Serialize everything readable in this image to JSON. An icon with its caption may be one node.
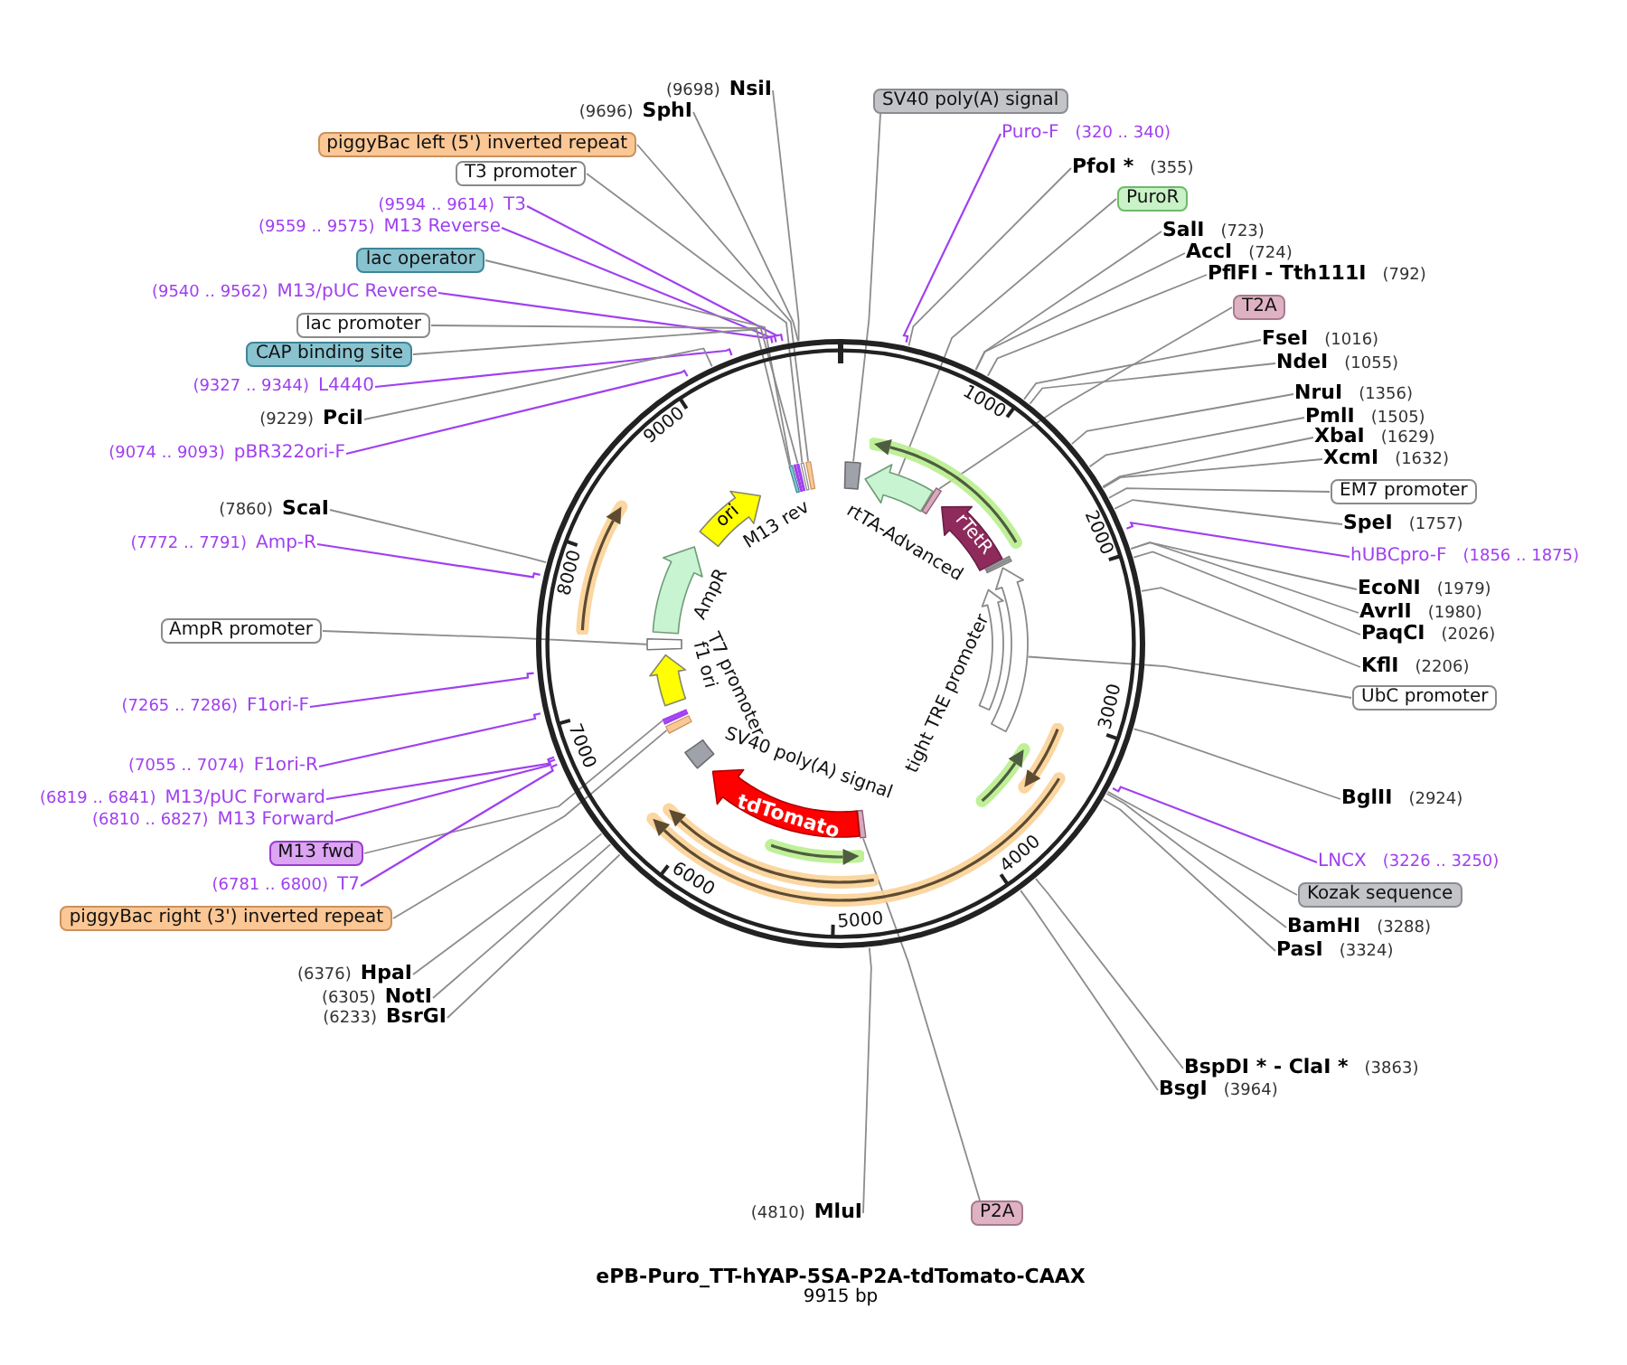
{
  "diagram": {
    "title": "ePB-Puro_TT-hYAP-5SA-P2A-tdTomato-CAAX",
    "caption": "9915 bp",
    "nodes": [
      {
        "text": [
          "(9698)",
          "NsiI"
        ]
      },
      {
        "text": [
          "(9696)",
          "SphI"
        ]
      },
      {
        "text": [
          "piggyBac left (5') inverted repeat"
        ]
      },
      {
        "text": [
          "T3 promoter"
        ]
      },
      {
        "text": [
          "(9594 .. 9614)",
          "T3"
        ]
      },
      {
        "text": [
          "(9559 .. 9575)",
          "M13 Reverse"
        ]
      },
      {
        "text": [
          "lac operator"
        ]
      },
      {
        "text": [
          "(9540 .. 9562)",
          "M13/pUC Reverse"
        ]
      },
      {
        "text": [
          "lac promoter"
        ]
      },
      {
        "text": [
          "CAP binding site"
        ]
      },
      {
        "text": [
          "(9327 .. 9344)",
          "L4440"
        ]
      },
      {
        "text": [
          "(9229)",
          "PciI"
        ]
      },
      {
        "text": [
          "(9074 .. 9093)",
          "pBR322ori-F"
        ]
      },
      {
        "text": [
          "(7860)",
          "ScaI"
        ]
      },
      {
        "text": [
          "(7772 .. 7791)",
          "Amp-R"
        ]
      },
      {
        "text": [
          "AmpR promoter"
        ]
      },
      {
        "text": [
          "(7265 .. 7286)",
          "F1ori-F"
        ]
      },
      {
        "text": [
          "(7055 .. 7074)",
          "F1ori-R"
        ]
      },
      {
        "text": [
          "(6819 .. 6841)",
          "M13/pUC Forward"
        ]
      },
      {
        "text": [
          "(6810 .. 6827)",
          "M13 Forward"
        ]
      },
      {
        "text": [
          "M13 fwd"
        ]
      },
      {
        "text": [
          "(6781 .. 6800)",
          "T7"
        ]
      },
      {
        "text": [
          "piggyBac right (3') inverted repeat"
        ]
      },
      {
        "text": [
          "(6376)",
          "HpaI"
        ]
      },
      {
        "text": [
          "(6305)",
          "NotI"
        ]
      },
      {
        "text": [
          "(6233)",
          "BsrGI"
        ]
      },
      {
        "text": [
          "SV40 poly(A) signal"
        ]
      },
      {
        "text": [
          "Puro-F",
          "(320 .. 340)"
        ]
      },
      {
        "text": [
          "PfoI *",
          "(355)"
        ]
      },
      {
        "text": [
          "PuroR"
        ]
      },
      {
        "text": [
          "SalI",
          "(723)"
        ]
      },
      {
        "text": [
          "AccI",
          "(724)"
        ]
      },
      {
        "text": [
          "PflFI - Tth111I",
          "(792)"
        ]
      },
      {
        "text": [
          "T2A"
        ]
      },
      {
        "text": [
          "FseI",
          "(1016)"
        ]
      },
      {
        "text": [
          "NdeI",
          "(1055)"
        ]
      },
      {
        "text": [
          "NruI",
          "(1356)"
        ]
      },
      {
        "text": [
          "PmlI",
          "(1505)"
        ]
      },
      {
        "text": [
          "XbaI",
          "(1629)"
        ]
      },
      {
        "text": [
          "XcmI",
          "(1632)"
        ]
      },
      {
        "text": [
          "EM7 promoter"
        ]
      },
      {
        "text": [
          "SpeI",
          "(1757)"
        ]
      },
      {
        "text": [
          "hUBCpro-F",
          "(1856 .. 1875)"
        ]
      },
      {
        "text": [
          "EcoNI",
          "(1979)"
        ]
      },
      {
        "text": [
          "AvrII",
          "(1980)"
        ]
      },
      {
        "text": [
          "PaqCI",
          "(2026)"
        ]
      },
      {
        "text": [
          "KflI",
          "(2206)"
        ]
      },
      {
        "text": [
          "UbC promoter"
        ]
      },
      {
        "text": [
          "BglII",
          "(2924)"
        ]
      },
      {
        "text": [
          "LNCX",
          "(3226 .. 3250)"
        ]
      },
      {
        "text": [
          "Kozak sequence"
        ]
      },
      {
        "text": [
          "BamHI",
          "(3288)"
        ]
      },
      {
        "text": [
          "PasI",
          "(3324)"
        ]
      },
      {
        "text": [
          "BspDI * - ClaI *",
          "(3863)"
        ]
      },
      {
        "text": [
          "BsgI",
          "(3964)"
        ]
      },
      {
        "text": [
          "(4810)",
          "MluI"
        ]
      },
      {
        "text": [
          "P2A"
        ]
      },
      {
        "text": [],
        "shape": "circle"
      },
      {
        "text": [],
        "shape": "box",
        "in": 57
      },
      {
        "text": [],
        "shape": "arrow",
        "in": 57,
        "beside": [
          "rtTA-Advanced"
        ]
      },
      {
        "text": [],
        "shape": "bar",
        "in": 57
      },
      {
        "text": [
          "rTetR"
        ],
        "in": 57
      },
      {
        "text": [],
        "shape": "bar",
        "in": 57
      },
      {
        "text": [],
        "shape": "arrow",
        "in": 57,
        "beside": [
          "tight TRE promoter"
        ]
      },
      {
        "text": [],
        "shape": "bar",
        "in": 57
      },
      {
        "text": [
          "tdTomato"
        ],
        "in": 57
      },
      {
        "text": [],
        "shape": "box",
        "in": 57
      },
      {
        "text": [],
        "shape": "bar",
        "in": 57
      },
      {
        "text": [],
        "shape": "arrow",
        "in": 57,
        "beside": [
          "f1 ori"
        ]
      },
      {
        "text": [],
        "shape": "box",
        "in": 57
      },
      {
        "text": [],
        "shape": "arrow",
        "in": 57,
        "beside": [
          "AmpR"
        ]
      },
      {
        "text": [
          "ori"
        ],
        "in": 57
      },
      {
        "text": [],
        "shape": "bar",
        "in": 57,
        "beside": [
          "M13 rev"
        ]
      }
    ],
    "edges": [
      {
        "from": 0,
        "to": 57,
        "arrow": "none"
      },
      {
        "from": 1,
        "to": 57,
        "arrow": "none"
      },
      {
        "from": 2,
        "to": 72,
        "arrow": "none"
      },
      {
        "from": 3,
        "to": 72,
        "arrow": "none"
      },
      {
        "from": 4,
        "to": 57,
        "arrow": "none",
        "color": "#a040f0"
      },
      {
        "from": 5,
        "to": 57,
        "arrow": "none",
        "color": "#a040f0"
      },
      {
        "from": 6,
        "to": 72,
        "arrow": "none"
      },
      {
        "from": 7,
        "to": 57,
        "arrow": "none",
        "color": "#a040f0"
      },
      {
        "from": 8,
        "to": 72,
        "arrow": "none"
      },
      {
        "from": 9,
        "to": 72,
        "arrow": "none"
      },
      {
        "from": 10,
        "to": 57,
        "arrow": "none",
        "color": "#a040f0"
      },
      {
        "from": 11,
        "to": 57,
        "arrow": "none"
      },
      {
        "from": 12,
        "to": 57,
        "arrow": "none",
        "color": "#a040f0"
      },
      {
        "from": 13,
        "to": 57,
        "arrow": "none"
      },
      {
        "from": 14,
        "to": 57,
        "arrow": "none",
        "color": "#a040f0"
      },
      {
        "from": 15,
        "to": 69,
        "arrow": "none"
      },
      {
        "from": 16,
        "to": 57,
        "arrow": "none",
        "color": "#a040f0"
      },
      {
        "from": 17,
        "to": 57,
        "arrow": "none",
        "color": "#a040f0"
      },
      {
        "from": 18,
        "to": 57,
        "arrow": "none",
        "color": "#a040f0"
      },
      {
        "from": 19,
        "to": 57,
        "arrow": "none",
        "color": "#a040f0"
      },
      {
        "from": 20,
        "to": 67,
        "arrow": "none"
      },
      {
        "from": 21,
        "to": 57,
        "arrow": "none",
        "color": "#a040f0"
      },
      {
        "from": 22,
        "to": 67,
        "arrow": "none"
      },
      {
        "from": 23,
        "to": 57,
        "arrow": "none"
      },
      {
        "from": 24,
        "to": 57,
        "arrow": "none"
      },
      {
        "from": 25,
        "to": 57,
        "arrow": "none"
      },
      {
        "from": 26,
        "to": 58,
        "arrow": "none"
      },
      {
        "from": 27,
        "to": 57,
        "arrow": "none",
        "color": "#a040f0"
      },
      {
        "from": 28,
        "to": 57,
        "arrow": "none"
      },
      {
        "from": 29,
        "to": 59,
        "arrow": "none"
      },
      {
        "from": 30,
        "to": 57,
        "arrow": "none"
      },
      {
        "from": 31,
        "to": 57,
        "arrow": "none"
      },
      {
        "from": 32,
        "to": 57,
        "arrow": "none"
      },
      {
        "from": 33,
        "to": 60,
        "arrow": "none"
      },
      {
        "from": 34,
        "to": 57,
        "arrow": "none"
      },
      {
        "from": 35,
        "to": 57,
        "arrow": "none"
      },
      {
        "from": 36,
        "to": 57,
        "arrow": "none"
      },
      {
        "from": 37,
        "to": 57,
        "arrow": "none"
      },
      {
        "from": 38,
        "to": 57,
        "arrow": "none"
      },
      {
        "from": 39,
        "to": 57,
        "arrow": "none"
      },
      {
        "from": 40,
        "to": 57,
        "arrow": "none"
      },
      {
        "from": 41,
        "to": 57,
        "arrow": "none"
      },
      {
        "from": 42,
        "to": 57,
        "arrow": "none",
        "color": "#a040f0"
      },
      {
        "from": 43,
        "to": 57,
        "arrow": "none"
      },
      {
        "from": 44,
        "to": 57,
        "arrow": "none"
      },
      {
        "from": 45,
        "to": 57,
        "arrow": "none"
      },
      {
        "from": 46,
        "to": 57,
        "arrow": "none"
      },
      {
        "from": 47,
        "to": 63,
        "arrow": "none"
      },
      {
        "from": 48,
        "to": 57,
        "arrow": "none"
      },
      {
        "from": 49,
        "to": 57,
        "arrow": "none",
        "color": "#a040f0"
      },
      {
        "from": 50,
        "to": 57,
        "arrow": "none"
      },
      {
        "from": 51,
        "to": 57,
        "arrow": "none"
      },
      {
        "from": 52,
        "to": 57,
        "arrow": "none"
      },
      {
        "from": 53,
        "to": 57,
        "arrow": "none"
      },
      {
        "from": 54,
        "to": 57,
        "arrow": "none"
      },
      {
        "from": 55,
        "to": 57,
        "arrow": "none"
      },
      {
        "from": 56,
        "to": 64,
        "arrow": "none"
      }
    ],
    "labels": [
      "1000",
      "2000",
      "3000",
      "4000",
      "5000",
      "6000",
      "7000",
      "8000",
      "9000",
      "T7 promoter",
      "SV40 poly(A) signal"
    ]
  }
}
